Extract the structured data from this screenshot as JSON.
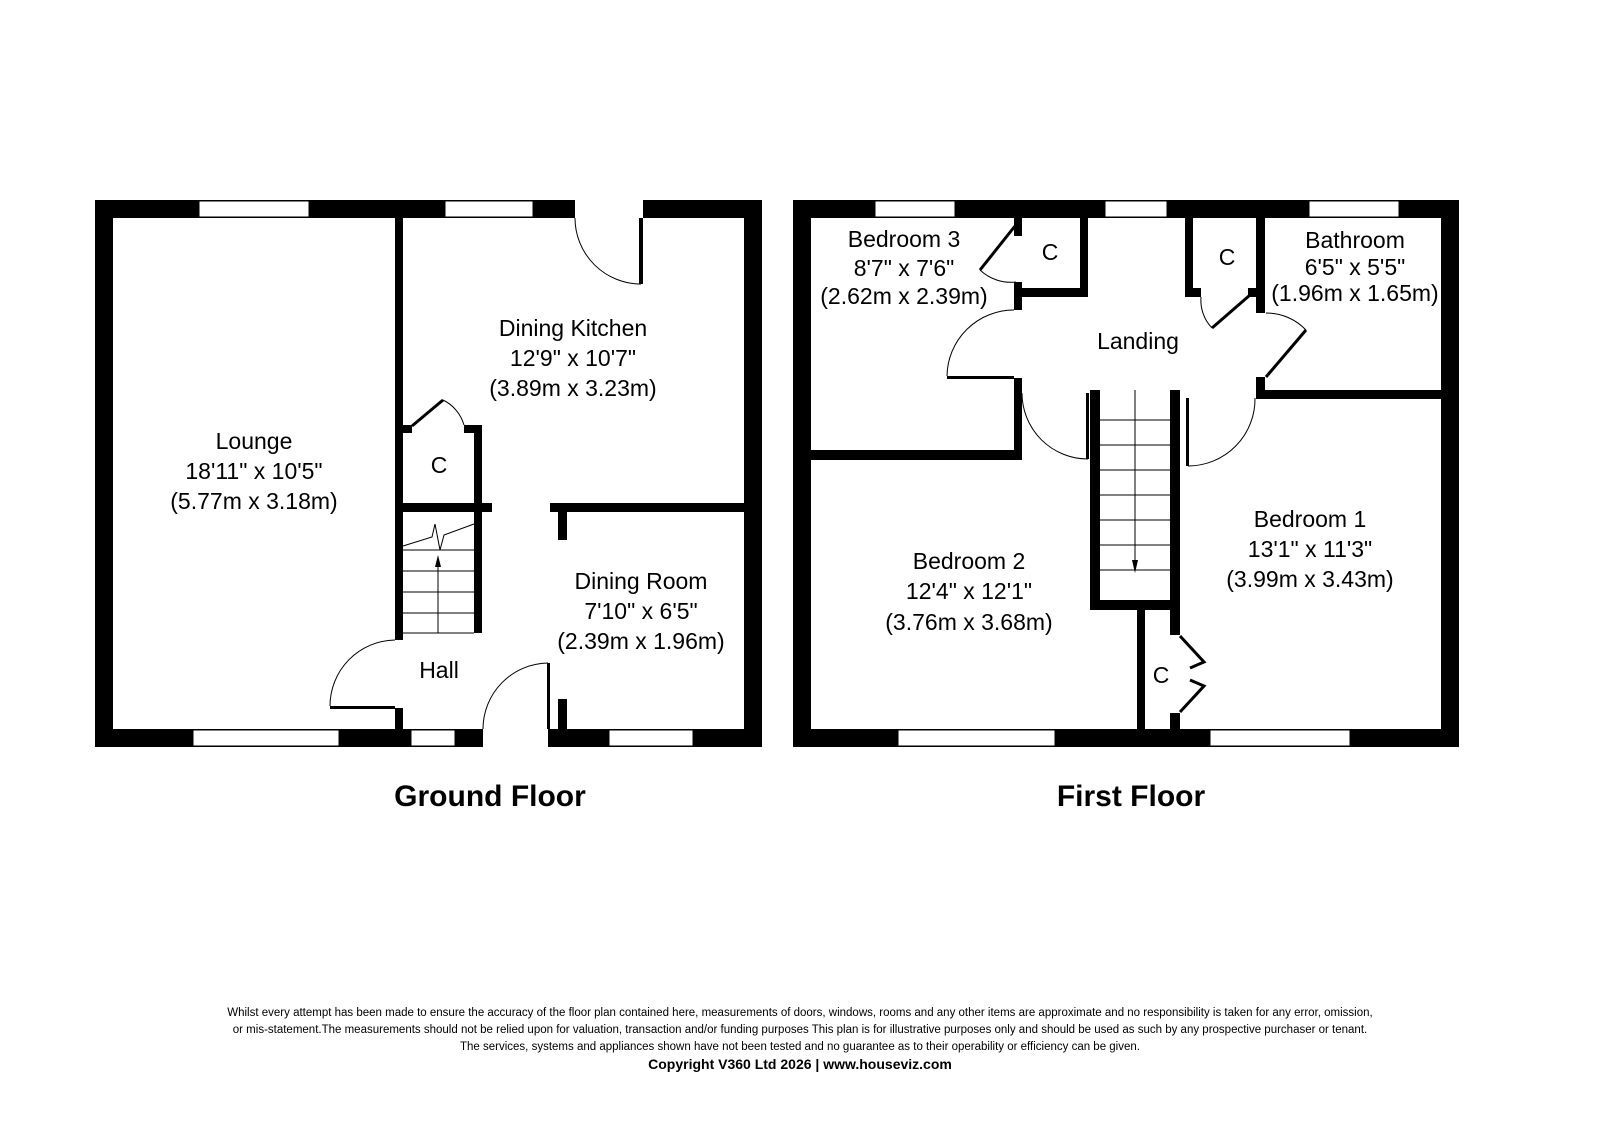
{
  "floors": [
    {
      "label": "Ground Floor",
      "rooms": [
        {
          "name": "Lounge",
          "imperial": "18'11\" x 10'5\"",
          "metric": "(5.77m x 3.18m)"
        },
        {
          "name": "Dining Kitchen",
          "imperial": "12'9\" x 10'7\"",
          "metric": "(3.89m x 3.23m)"
        },
        {
          "name": "Dining Room",
          "imperial": "7'10\" x 6'5\"",
          "metric": "(2.39m x 1.96m)"
        },
        {
          "name": "Hall"
        },
        {
          "name": "C"
        }
      ]
    },
    {
      "label": "First Floor",
      "rooms": [
        {
          "name": "Bedroom 3",
          "imperial": "8'7\" x 7'6\"",
          "metric": "(2.62m x 2.39m)"
        },
        {
          "name": "Bathroom",
          "imperial": "6'5\" x 5'5\"",
          "metric": "(1.96m x 1.65m)"
        },
        {
          "name": "Bedroom 2",
          "imperial": "12'4\" x 12'1\"",
          "metric": "(3.76m x 3.68m)"
        },
        {
          "name": "Bedroom 1",
          "imperial": "13'1\" x 11'3\"",
          "metric": "(3.99m x 3.43m)"
        },
        {
          "name": "Landing"
        },
        {
          "name": "C"
        },
        {
          "name": "C"
        },
        {
          "name": "C"
        }
      ]
    }
  ],
  "footer": {
    "line1": "Whilst every attempt has been made to ensure the accuracy of the floor plan contained here, measurements of doors, windows, rooms and any other items are approximate and no responsibility is taken for any error, omission,",
    "line2": "or mis-statement.The measurements should not be relied upon for valuation, transaction and/or funding purposes This plan is for illustrative purposes only and should be used as such by any prospective purchaser or tenant.",
    "line3": "The services, systems and appliances shown have not been tested and no guarantee as to their operability or efficiency can be given.",
    "copyright": "Copyright V360 Ltd 2026 | www.houseviz.com"
  }
}
